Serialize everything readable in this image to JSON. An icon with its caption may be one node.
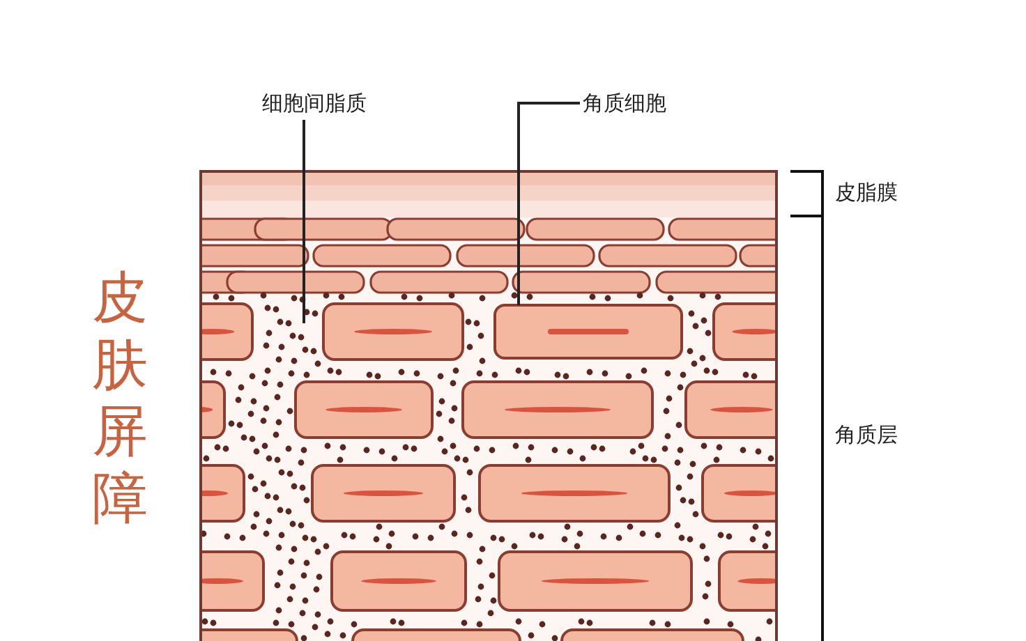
{
  "diagram": {
    "title": "皮肤屏障",
    "nodes": [
      {
        "text": [
          "细胞间脂质"
        ]
      },
      {
        "text": [
          "角质细胞"
        ]
      },
      {
        "text": [],
        "shape": "box"
      }
    ],
    "edges": [
      {
        "from": 0,
        "to": null,
        "arrow": "none"
      },
      {
        "from": 1,
        "to": 2,
        "arrow": "none"
      }
    ],
    "labels": [
      "皮脂膜",
      "角质层"
    ]
  }
}
